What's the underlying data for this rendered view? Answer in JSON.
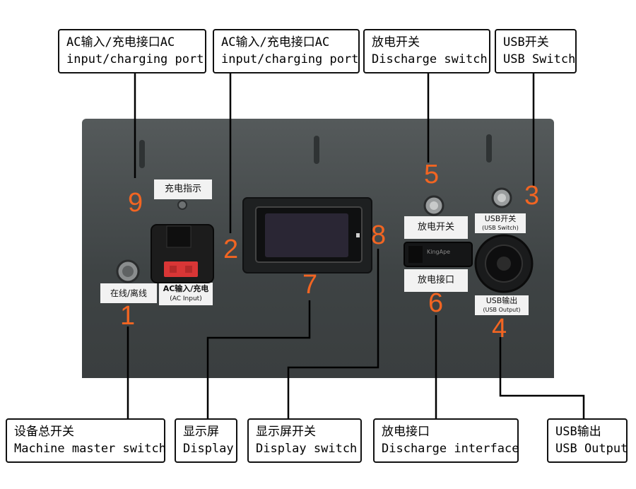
{
  "callouts": {
    "ac1": {
      "cn": "AC输入/充电接口AC",
      "en": "input/charging port"
    },
    "ac2": {
      "cn": "AC输入/充电接口AC",
      "en": "input/charging port"
    },
    "discharge_switch": {
      "cn": "放电开关",
      "en": "Discharge switch"
    },
    "usb_switch": {
      "cn": "USB开关",
      "en": "USB Switch"
    },
    "master": {
      "cn": "设备总开关",
      "en": "Machine master switch"
    },
    "display": {
      "cn": "显示屏",
      "en": "Display"
    },
    "display_switch": {
      "cn": "显示屏开关",
      "en": "Display switch"
    },
    "discharge_interface": {
      "cn": "放电接口",
      "en": "Discharge interface"
    },
    "usb_output": {
      "cn": "USB输出",
      "en": "USB Output"
    }
  },
  "panel_labels": {
    "charge_indicator": "充电指示",
    "online_offline": "在线/离线",
    "ac_input_cn": "AC输入/充电",
    "ac_input_en": "(AC Input)",
    "discharge_switch": "放电开关",
    "discharge_port": "放电接口",
    "usb_switch_cn": "USB开关",
    "usb_switch_en": "(USB Switch)",
    "usb_output_cn": "USB输出",
    "usb_output_en": "(USB Output)",
    "brand": "KingApe"
  },
  "numbers": {
    "n1": "1",
    "n2": "2",
    "n3": "3",
    "n4": "4",
    "n5": "5",
    "n6": "6",
    "n7": "7",
    "n8": "8",
    "n9": "9"
  },
  "colors": {
    "number": "#f26522",
    "panel": "#474c4d",
    "line": "#000000"
  }
}
